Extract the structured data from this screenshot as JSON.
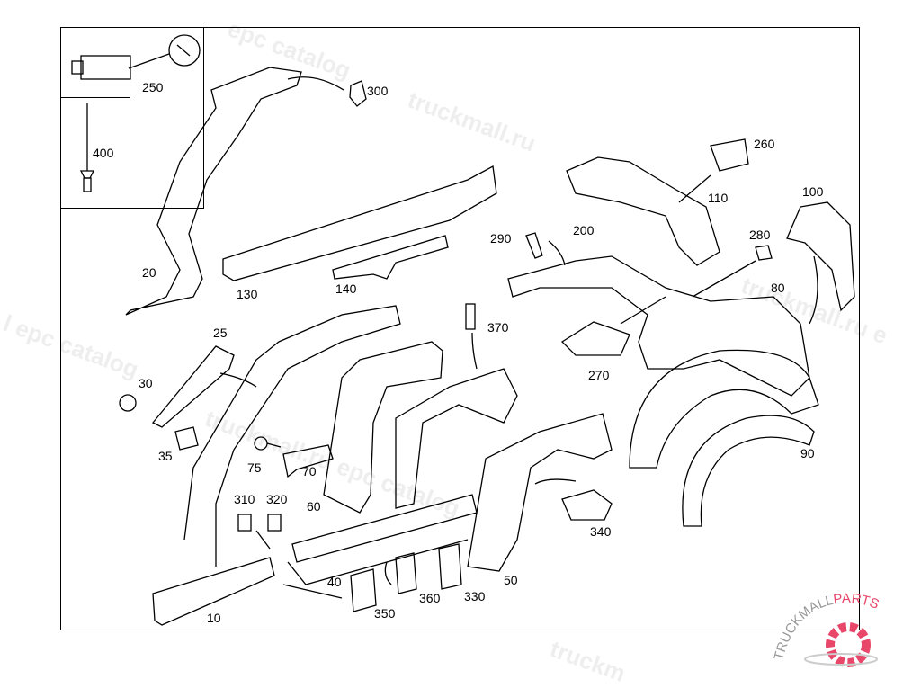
{
  "callouts": [
    "250",
    "300",
    "400",
    "260",
    "110",
    "20",
    "130",
    "140",
    "200",
    "290",
    "100",
    "280",
    "80",
    "370",
    "25",
    "30",
    "270",
    "35",
    "75",
    "70",
    "310",
    "320",
    "60",
    "340",
    "90",
    "40",
    "360",
    "330",
    "50",
    "350",
    "10"
  ],
  "watermark": "truckmall.ru epc catalog",
  "logo": {
    "text_left": "TRUCKMALL",
    "text_right": "PARTS",
    "color": "#e8476a",
    "gray": "#9a9a9a"
  }
}
